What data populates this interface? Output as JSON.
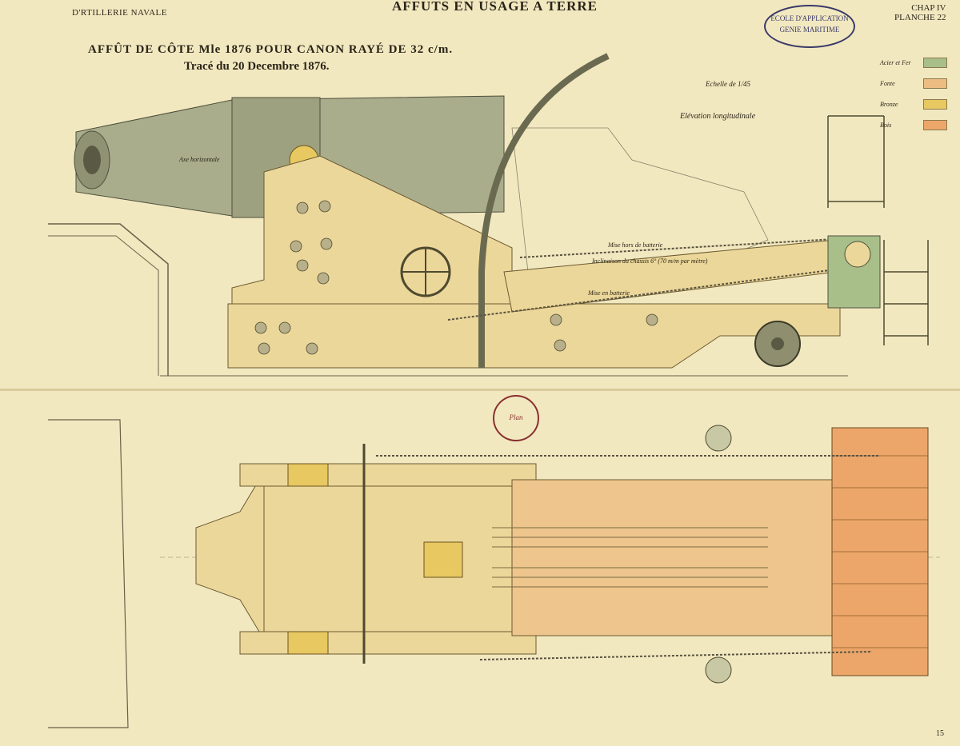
{
  "header": {
    "left": "D'RTILLERIE NAVALE",
    "title": "AFFUTS EN USAGE A TERRE",
    "chapter": "CHAP IV",
    "plate": "PLANCHE 22"
  },
  "stamp": {
    "line1": "ECOLE D'APPLICATION",
    "line2": "GENIE MARITIME"
  },
  "title": {
    "main": "AFFÛT DE CÔTE Mle 1876 POUR CANON RAYÉ DE 32 c/m.",
    "sub": "Tracé du 20 Decembre 1876."
  },
  "scale": "Echelle de 1/45",
  "view_label": "Elévation longitudinale",
  "legend": [
    {
      "label": "Acier et Fer",
      "color": "#a9bf8a"
    },
    {
      "label": "Fonte",
      "color": "#ecbd83"
    },
    {
      "label": "Bronze",
      "color": "#e8c860"
    },
    {
      "label": "Bois",
      "color": "#eca66a"
    }
  ],
  "drawing_labels": {
    "axe": "Axe horizontale",
    "mise_hors": "Mise hors de batterie",
    "inclinaison": "Inclinaison du chassis 6° (70 m/m par mètre)",
    "mise_en": "Mise en batterie"
  },
  "plan_stamp": "Plan",
  "page_number": "15"
}
